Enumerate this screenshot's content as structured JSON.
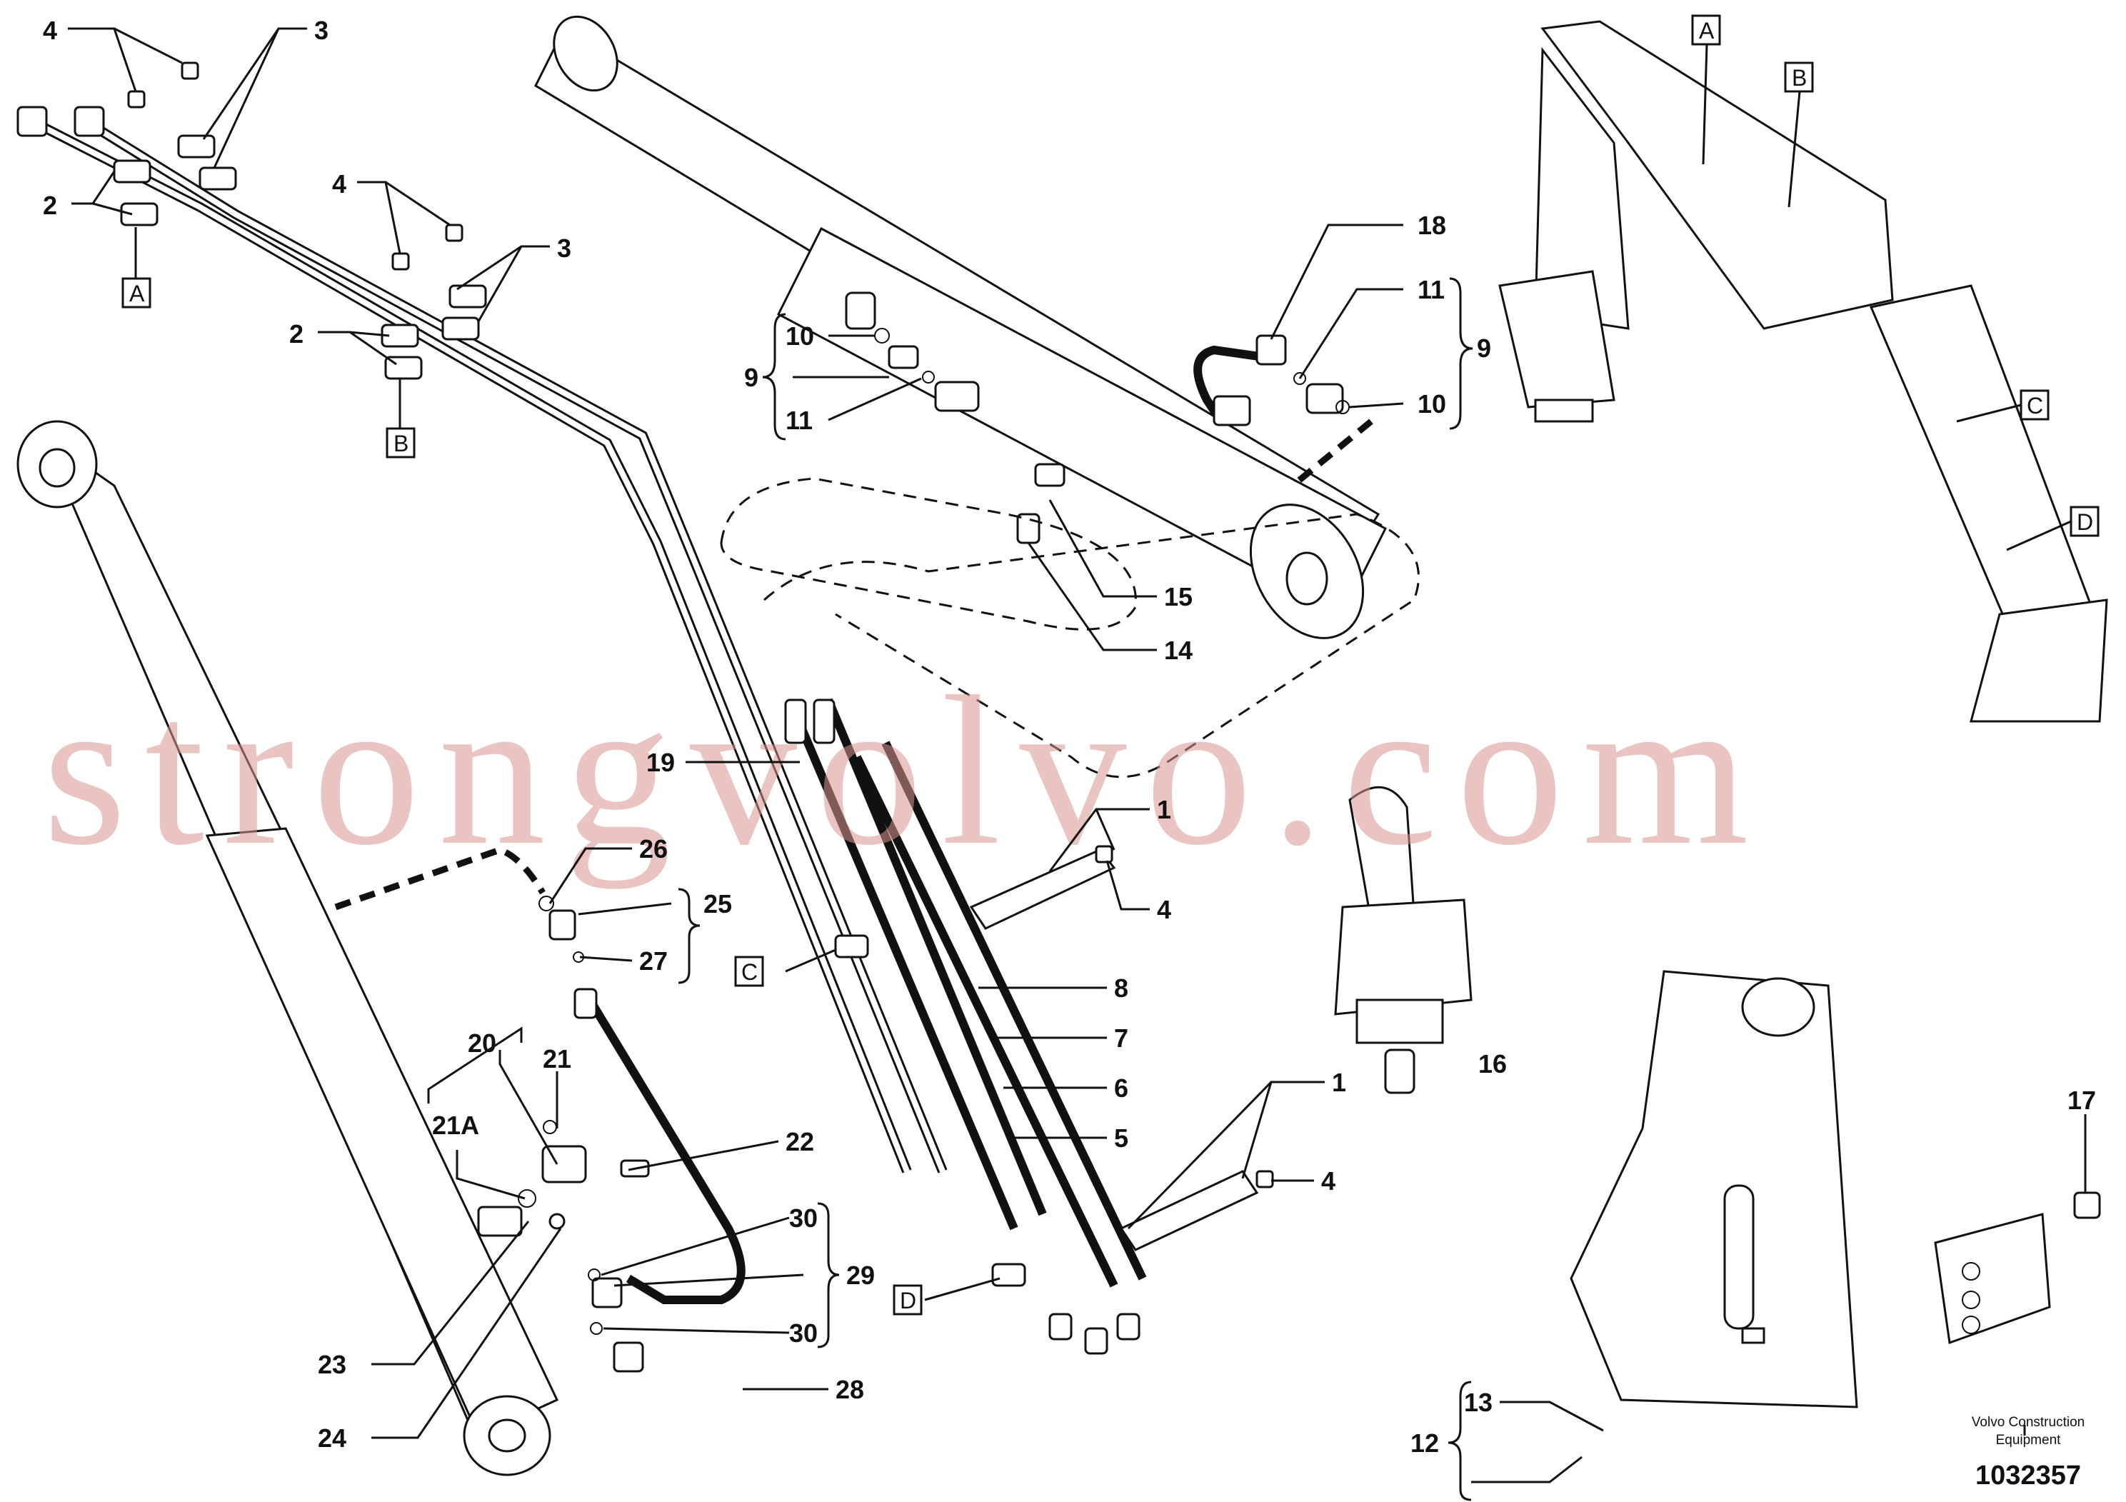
{
  "callouts": [
    {
      "id": "c4a",
      "text": "4"
    },
    {
      "id": "c3a",
      "text": "3"
    },
    {
      "id": "c2a",
      "text": "2"
    },
    {
      "id": "c4b",
      "text": "4"
    },
    {
      "id": "c3b",
      "text": "3"
    },
    {
      "id": "c2b",
      "text": "2"
    },
    {
      "id": "c18",
      "text": "18"
    },
    {
      "id": "c11r",
      "text": "11"
    },
    {
      "id": "c9r",
      "text": "9"
    },
    {
      "id": "c10r",
      "text": "10"
    },
    {
      "id": "c10l",
      "text": "10"
    },
    {
      "id": "c9l",
      "text": "9"
    },
    {
      "id": "c11l",
      "text": "11"
    },
    {
      "id": "c15",
      "text": "15"
    },
    {
      "id": "c14",
      "text": "14"
    },
    {
      "id": "c19",
      "text": "19"
    },
    {
      "id": "c1a",
      "text": "1"
    },
    {
      "id": "c4c",
      "text": "4"
    },
    {
      "id": "c26",
      "text": "26"
    },
    {
      "id": "c25",
      "text": "25"
    },
    {
      "id": "c27",
      "text": "27"
    },
    {
      "id": "c8",
      "text": "8"
    },
    {
      "id": "c7",
      "text": "7"
    },
    {
      "id": "c6",
      "text": "6"
    },
    {
      "id": "c5",
      "text": "5"
    },
    {
      "id": "c16",
      "text": "16"
    },
    {
      "id": "c1b",
      "text": "1"
    },
    {
      "id": "c4d",
      "text": "4"
    },
    {
      "id": "c20",
      "text": "20"
    },
    {
      "id": "c21",
      "text": "21"
    },
    {
      "id": "c21A",
      "text": "21A"
    },
    {
      "id": "c22",
      "text": "22"
    },
    {
      "id": "c30a",
      "text": "30"
    },
    {
      "id": "c29",
      "text": "29"
    },
    {
      "id": "c30b",
      "text": "30"
    },
    {
      "id": "c28",
      "text": "28"
    },
    {
      "id": "c23",
      "text": "23"
    },
    {
      "id": "c24",
      "text": "24"
    },
    {
      "id": "c17",
      "text": "17"
    },
    {
      "id": "c13",
      "text": "13"
    },
    {
      "id": "c12",
      "text": "12"
    }
  ],
  "view_markers": [
    {
      "id": "mA1",
      "text": "A"
    },
    {
      "id": "mB1",
      "text": "B"
    },
    {
      "id": "mC1",
      "text": "C"
    },
    {
      "id": "mD1",
      "text": "D"
    },
    {
      "id": "mA2",
      "text": "A"
    },
    {
      "id": "mB2",
      "text": "B"
    },
    {
      "id": "mC2",
      "text": "C"
    },
    {
      "id": "mD2",
      "text": "D"
    }
  ],
  "watermark": "strongvolvo.com",
  "footer": {
    "manufacturer_line1": "Volvo Construction",
    "manufacturer_line2": "Equipment",
    "document_number": "1032357"
  }
}
